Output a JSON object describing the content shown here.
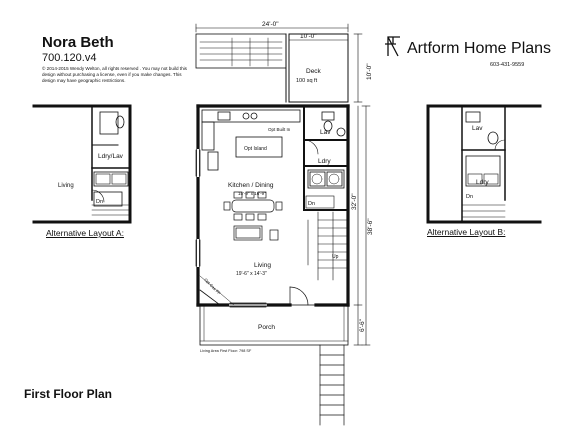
{
  "header": {
    "plan_name": "Nora Beth",
    "plan_code": "700.120.v4",
    "copyright": "© 2014-2015 Wendy Welton, all rights reserved . You may not build this design without purchasing a license, even if you make changes. This design may have geographic restrictions."
  },
  "brand": {
    "name": "Artform Home Plans",
    "phone": "603-431-9559"
  },
  "dimensions": {
    "top_overall": "24'-0\"",
    "deck_width": "10'-0\"",
    "deck_depth": "10'-0\"",
    "main_depth": "32'-0\"",
    "overall_depth": "38'-6\"",
    "porch_depth": "6'-6\""
  },
  "rooms": {
    "deck_label": "Deck",
    "deck_area": "100 sq ft",
    "lav": "Lav",
    "opt_built_in": "Opt Built In",
    "opt_island": "Opt Island",
    "ldry": "Ldry",
    "kitchen_dining": "Kitchen / Dining",
    "kitchen_size": "15'-9\" x 16'-9\"",
    "living": "Living",
    "living_size": "19'-6\" x 14'-3\"",
    "opt_gas_fp": "Opt Gas FP",
    "dn": "Dn",
    "up": "Up",
    "porch": "Porch",
    "living_area_note": "Living Area First Floor: 798 SF"
  },
  "alt_a": {
    "caption": "Alternative Layout A:",
    "ldry_lav": "Ldry/Lav",
    "living": "Living",
    "dn": "Dn"
  },
  "alt_b": {
    "caption": "Alternative Layout B:",
    "lav": "Lav",
    "ldry": "Ldry",
    "dn": "Dn"
  },
  "footer": {
    "title": "First Floor Plan"
  }
}
